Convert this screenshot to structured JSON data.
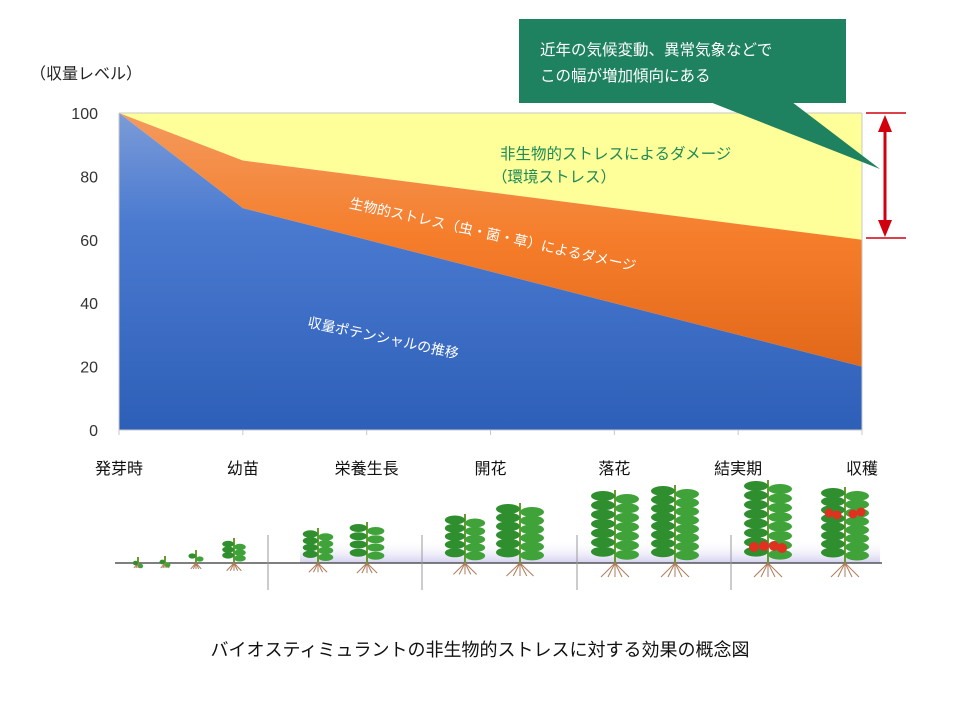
{
  "chart_data": {
    "type": "area",
    "title": "バイオスティミュラントの非生物的ストレスに対する効果の概念図",
    "ylabel": "（収量レベル）",
    "xlabel": "",
    "ylim": [
      0,
      100
    ],
    "yticks": [
      0,
      20,
      40,
      60,
      80,
      100
    ],
    "categories": [
      "発芽時",
      "幼苗",
      "栄養生長",
      "開花",
      "落花",
      "結実期",
      "収穫"
    ],
    "series": [
      {
        "name": "収量ポテンシャルの推移",
        "values": [
          100,
          70,
          60,
          50,
          40,
          30,
          20
        ],
        "color": "#3a6cc8"
      },
      {
        "name": "生物的ストレス（虫・菌・草）によるダメージ",
        "values": [
          0,
          15,
          20,
          25,
          30,
          35,
          40
        ],
        "color": "#f07c2a"
      },
      {
        "name": "非生物的ストレスによるダメージ",
        "values": [
          0,
          15,
          20,
          25,
          30,
          35,
          40
        ],
        "color": "#ffff99"
      }
    ],
    "annotations": {
      "abiotic_line1": "非生物的ストレスによるダメージ",
      "abiotic_line2": "（環境ストレス）",
      "callout_line1": "近年の気候変動、異常気象などで",
      "callout_line2": "この幅が増加傾向にある"
    },
    "grid": false
  },
  "colors": {
    "callout": "#1e8160",
    "arrow": "#d0000f",
    "abiotic_text": "#1e8a58"
  }
}
